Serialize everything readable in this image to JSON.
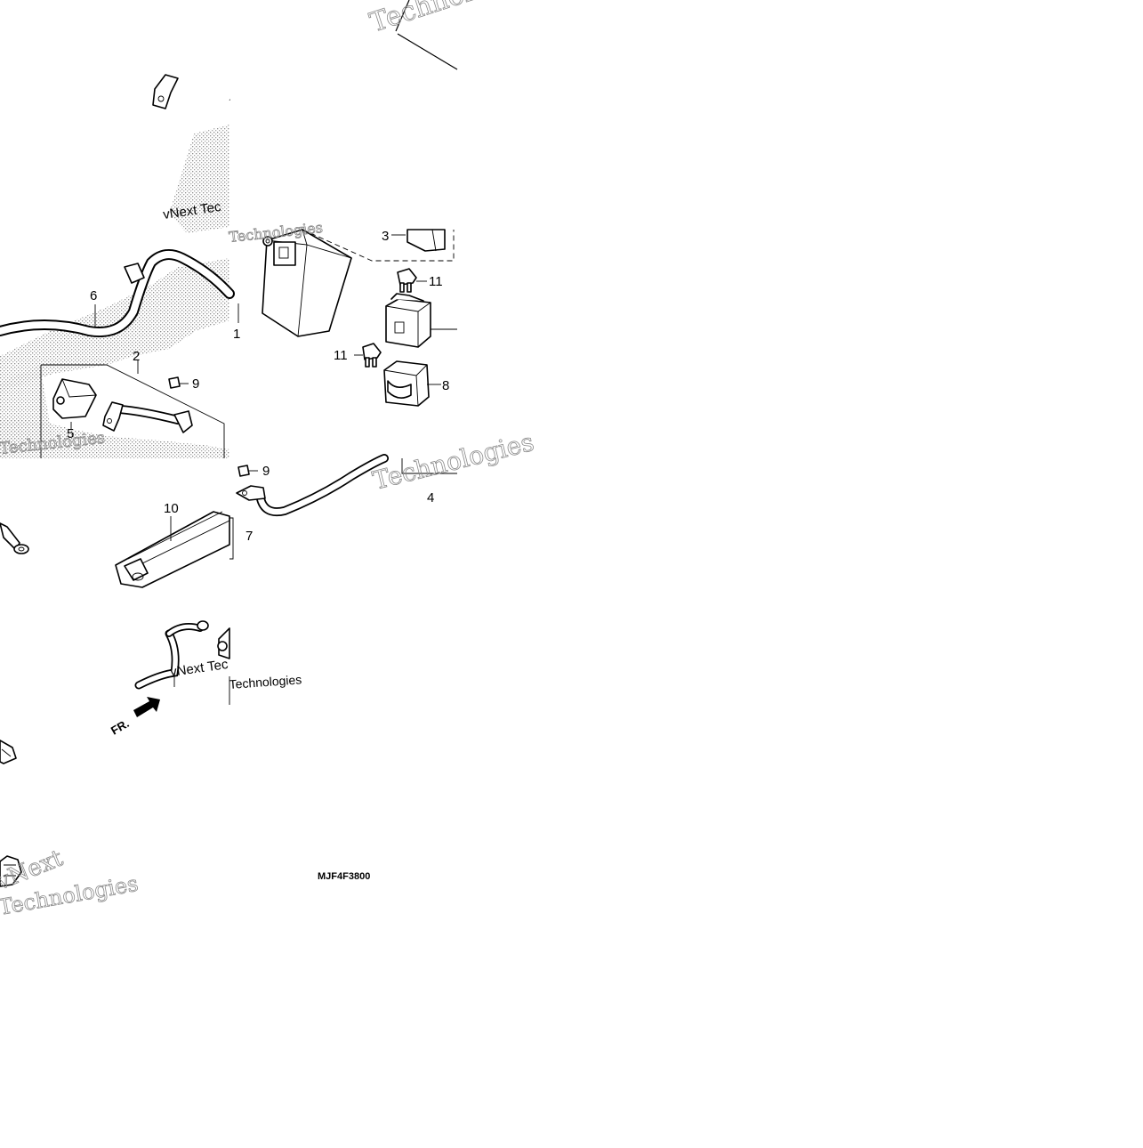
{
  "diagram": {
    "drawing_code": "MJF4F3800",
    "direction_label": "FR.",
    "callouts": {
      "c1": "1",
      "c2": "2",
      "c3": "3",
      "c4": "4",
      "c5": "5",
      "c6": "6",
      "c7": "7",
      "c8": "8",
      "c9a": "9",
      "c9b": "9",
      "c10": "10",
      "c11a": "11",
      "c11b": "11"
    },
    "watermarks": {
      "w1": "Technologies",
      "w2": "vNext Tec",
      "w3": "Technologies",
      "w4": "vNext Tec",
      "w5": "Technologies",
      "w6": "vNext",
      "w7": "Technologies"
    },
    "colors": {
      "line": "#000000",
      "stipple": "#9a9a9a",
      "background": "#ffffff"
    }
  }
}
